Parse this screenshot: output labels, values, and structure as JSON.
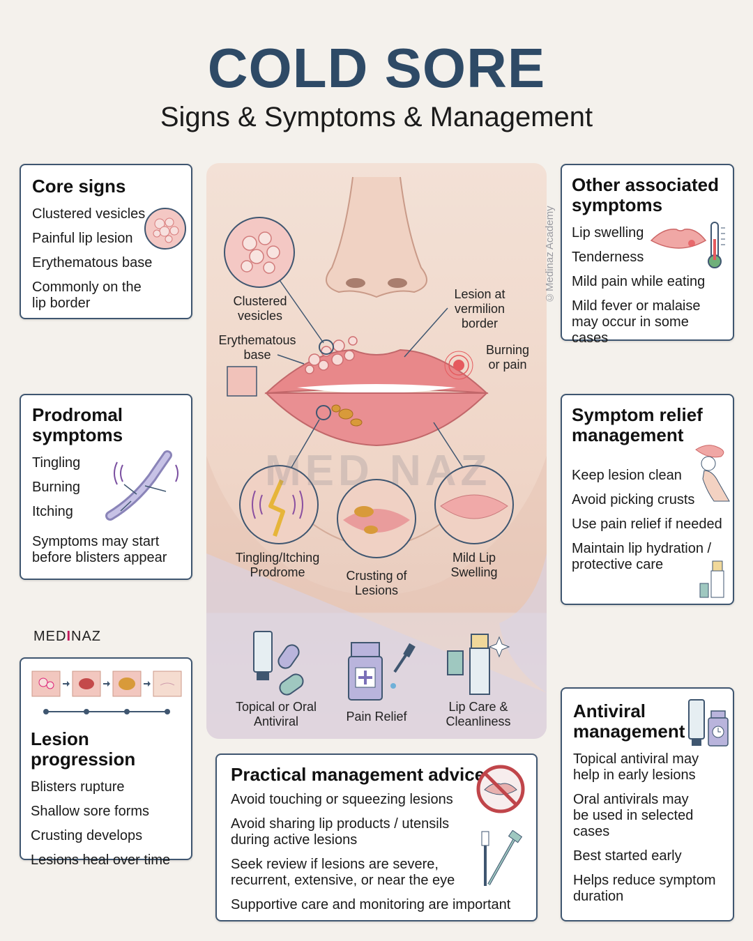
{
  "header": {
    "title": "COLD SORE",
    "subtitle": "Signs & Symptoms & Management"
  },
  "core_signs": {
    "title": "Core signs",
    "items": [
      "Clustered vesicles",
      "Painful lip lesion",
      "Erythematous base",
      "Commonly on the lip border"
    ]
  },
  "prodromal": {
    "title": "Prodromal symptoms",
    "items": [
      "Tingling",
      "Burning",
      "Itching",
      "Symptoms may start before blisters appear"
    ]
  },
  "progression": {
    "title": "Lesion progression",
    "items": [
      "Blisters rupture",
      "Shallow sore forms",
      "Crusting develops",
      "Lesions heal over time"
    ]
  },
  "other_symptoms": {
    "title": "Other associated symptoms",
    "items": [
      "Lip swelling",
      "Tenderness",
      "Mild pain while eating",
      "Mild fever or malaise may occur in some cases"
    ]
  },
  "relief": {
    "title": "Symptom relief management",
    "items": [
      "Keep lesion clean",
      "Avoid picking crusts",
      "Use pain relief if needed",
      "Maintain lip hydration / protective care"
    ]
  },
  "antiviral": {
    "title": "Antiviral management",
    "items": [
      "Topical antiviral may help in early lesions",
      "Oral antivirals may be used in selected cases",
      "Best started early",
      "Helps reduce symptom duration"
    ]
  },
  "practical": {
    "title": "Practical management advice",
    "items": [
      "Avoid touching or squeezing lesions",
      "Avoid sharing lip products / utensils during active lesions",
      "Seek review if lesions are severe, recurrent, extensive, or near the eye",
      "Supportive care and monitoring are important"
    ]
  },
  "illustration": {
    "labels": {
      "clustered": "Clustered vesicles",
      "erythematous": "Erythematous base",
      "vermilion": "Lesion at vermilion border",
      "burning": "Burning or pain",
      "tingling": "Tingling/Itching Prodrome",
      "crusting": "Crusting of Lesions",
      "swelling": "Mild Lip Swelling"
    },
    "treatments": [
      "Topical or Oral Antiviral",
      "Pain Relief",
      "Lip Care & Cleanliness"
    ],
    "watermark": "MED NAZ"
  },
  "brand": {
    "vertical": "©Medinaz Academy",
    "logo_left": "MED",
    "logo_mid": "I",
    "logo_right": "NAZ"
  },
  "colors": {
    "title": "#2e4a66",
    "card_border": "#3f5670",
    "lesion": "#e4797b",
    "crust": "#d89a3a"
  }
}
